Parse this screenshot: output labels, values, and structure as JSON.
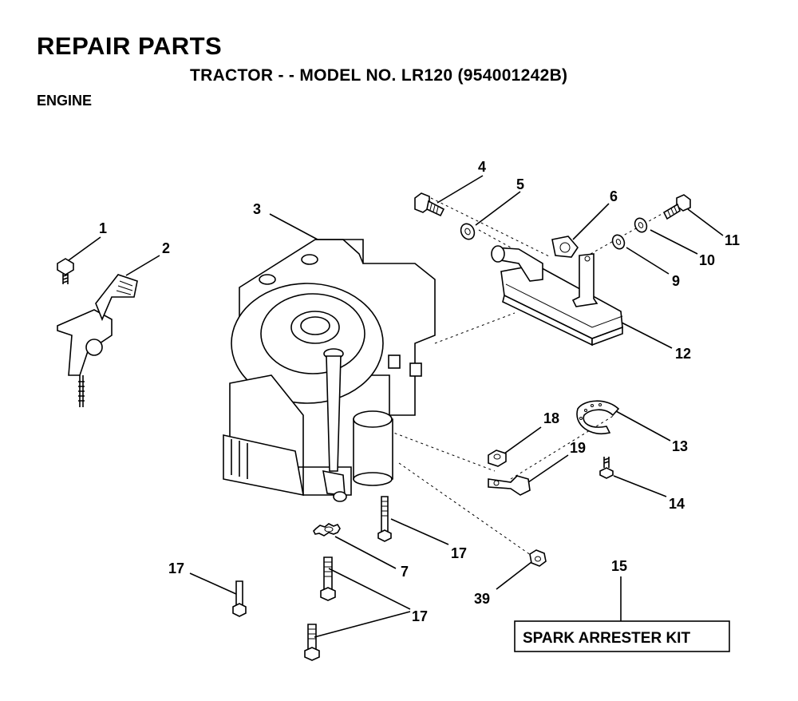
{
  "header": {
    "title": "REPAIR PARTS",
    "subtitle": "TRACTOR - - MODEL NO. LR120 (954001242B)",
    "section": "ENGINE"
  },
  "callouts": {
    "c1": "1",
    "c2": "2",
    "c3": "3",
    "c4": "4",
    "c5": "5",
    "c6": "6",
    "c7": "7",
    "c9": "9",
    "c10": "10",
    "c11": "11",
    "c12": "12",
    "c13": "13",
    "c14": "14",
    "c15": "15",
    "c17a": "17",
    "c17b": "17",
    "c17c": "17",
    "c18": "18",
    "c19": "19",
    "c39": "39"
  },
  "spark_arrester_label": "SPARK ARRESTER KIT"
}
